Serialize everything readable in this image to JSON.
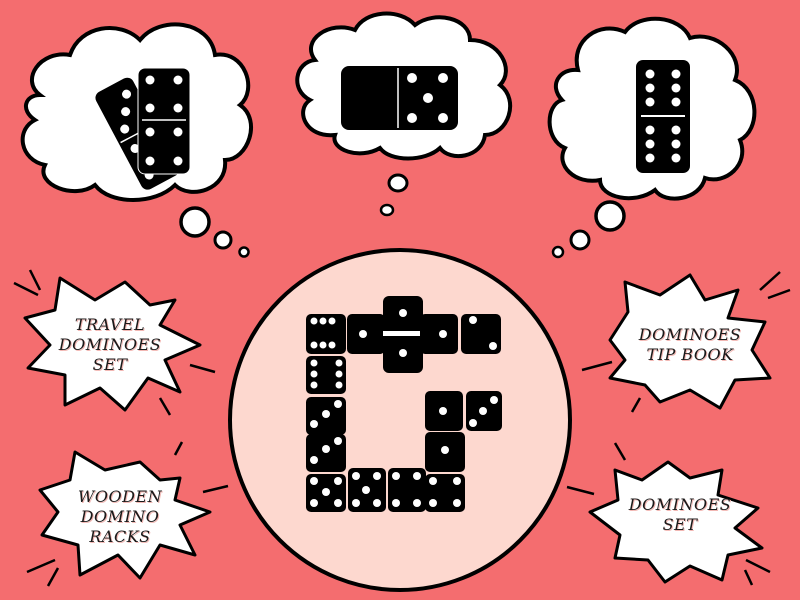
{
  "colors": {
    "background": "#f46d6f",
    "circle_fill": "#fdd8cf",
    "outline": "#000000",
    "domino": "#000000",
    "pip": "#ffffff",
    "bubble_fill": "#ffffff"
  },
  "thought_bubbles": [
    {
      "id": "left",
      "content": "two dominoes: tilted tile and upright 4|4 tile"
    },
    {
      "id": "center",
      "content": "horizontal domino 0|5"
    },
    {
      "id": "right",
      "content": "vertical domino 6|6"
    }
  ],
  "callouts": [
    {
      "id": "travel",
      "lines": [
        "TRAVEL",
        "DOMINOES",
        "SET"
      ]
    },
    {
      "id": "wooden",
      "lines": [
        "WOODEN",
        "DOMINO",
        "RACKS"
      ]
    },
    {
      "id": "tip-book",
      "lines": [
        "DOMINOES",
        "TIP BOOK"
      ]
    },
    {
      "id": "set",
      "lines": [
        "DOMINOES",
        "SET"
      ]
    }
  ],
  "center_badge": {
    "shape": "circle",
    "content": "dominoes arranged in the shape of a letter G"
  }
}
